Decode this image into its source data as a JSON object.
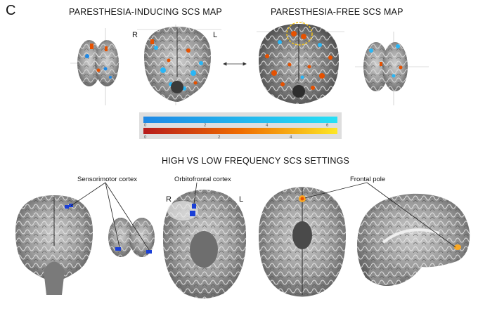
{
  "panel_letter": "C",
  "top_section": {
    "left_title": "PARESTHESIA-INDUCING SCS MAP",
    "right_title": "PARESTHESIA-FREE SCS MAP",
    "hemisphere_right": "R",
    "hemisphere_left": "L"
  },
  "colorbars": {
    "blue_ticks": [
      "0",
      "2",
      "4",
      "6"
    ],
    "red_ticks": [
      "0",
      "2",
      "4"
    ],
    "colors": {
      "blue_start": "#1e88e5",
      "blue_end": "#27e0f5",
      "red_start": "#b71c1c",
      "red_mid": "#ef6c00",
      "red_end": "#fde725"
    }
  },
  "bottom_section": {
    "title": "HIGH VS LOW FREQUENCY SCS SETTINGS",
    "labels": {
      "sensorimotor": "Sensorimotor cortex",
      "orbitofrontal": "Orbitofrontal cortex",
      "frontal_pole": "Frontal pole"
    },
    "hemisphere_right": "R",
    "hemisphere_left": "L"
  }
}
